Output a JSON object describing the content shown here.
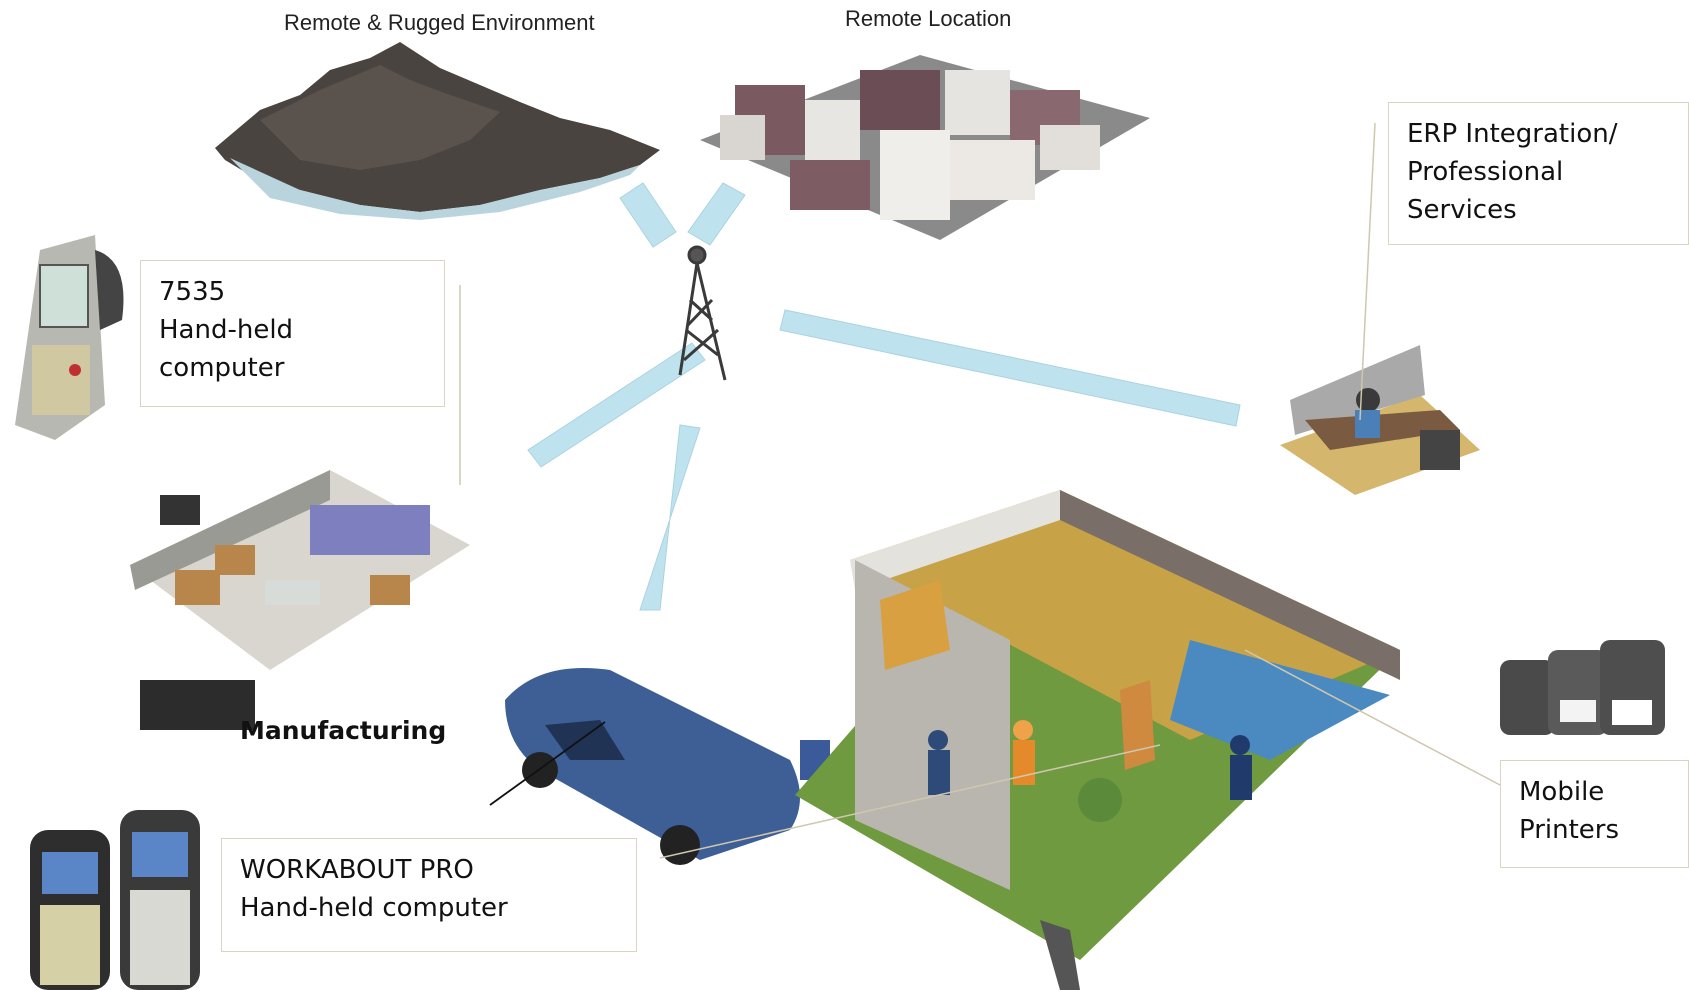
{
  "captions": {
    "rugged": "Remote & Rugged Environment",
    "location": "Remote Location"
  },
  "boxes": {
    "erp": [
      "ERP Integration/",
      "Professional",
      "Services"
    ],
    "handheld_7535": [
      "7535",
      "Hand-held",
      "computer"
    ],
    "workabout": [
      "WORKABOUT PRO",
      "Hand-held computer"
    ],
    "printers": [
      "Mobile",
      "Printers"
    ]
  },
  "labels": {
    "manufacturing": "Manufacturing"
  },
  "colors": {
    "signal_beam": "#bfe3ee",
    "box_border": "#d9d4c4",
    "leader_line": "#cfc7ae"
  }
}
